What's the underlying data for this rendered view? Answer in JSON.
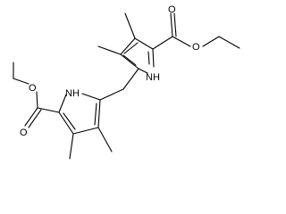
{
  "structure": {
    "atom_labels": {
      "upper_ester_O_carbonyl": "O",
      "upper_ester_O_ether": "O",
      "upper_ring_NH": "NH",
      "lower_ring_NH": "NH",
      "lower_ester_O_ether": "O",
      "lower_ester_O_carbonyl": "O"
    }
  }
}
